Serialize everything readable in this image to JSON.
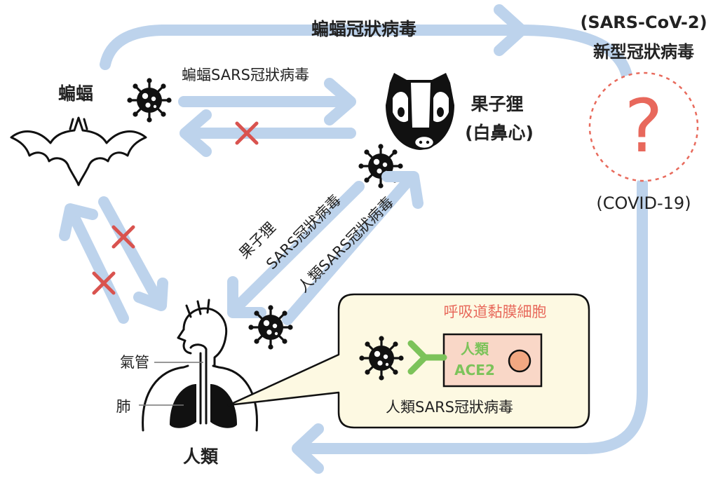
{
  "top_arrow_label": "蝙蝠冠狀病毒",
  "new_virus": {
    "name_line1": "(SARS-CoV-2)",
    "name_line2": "新型冠狀病毒",
    "symbol": "?",
    "disease": "(COVID-19)"
  },
  "bat": {
    "label": "蝙蝠"
  },
  "bat_to_civet_label": "蝙蝠SARS冠狀病毒",
  "civet": {
    "name": "果子狸",
    "alias": "(白鼻心)"
  },
  "civet_virus_label_1": "果子狸",
  "civet_virus_label_2": "SARS冠狀病毒",
  "human_sars_label_diag": "人類SARS冠狀病毒",
  "human": {
    "label": "人類",
    "trachea_label": "氣管",
    "lung_label": "肺"
  },
  "callout": {
    "title": "呼吸道黏膜細胞",
    "receptor_line1": "人類",
    "receptor_line2": "ACE2",
    "virus_label": "人類SARS冠狀病毒"
  },
  "colors": {
    "arrow": "#bdd3ec",
    "cross": "#d9534f",
    "callout_bg": "#fdf9e2",
    "cell_bg": "#f9d7c7",
    "ace2": "#7cc35a",
    "title_red": "#e86a5c"
  }
}
